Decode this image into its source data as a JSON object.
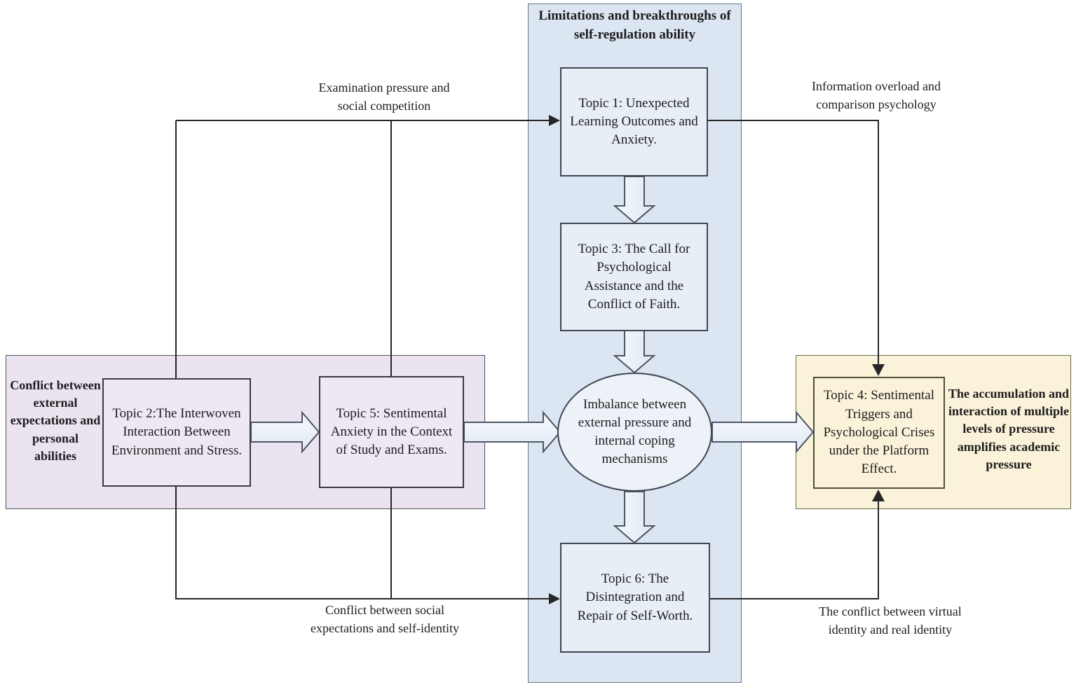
{
  "colors": {
    "center_panel_bg": "#dce6f2",
    "left_panel_bg": "#ece3f1",
    "right_panel_bg": "#faf3da",
    "node_blue_bg": "#e8eef6",
    "node_border": "#3f4654",
    "connector_line": "#262626",
    "block_arrow_fill": "#edf1f8",
    "block_arrow_stroke": "#4d5663"
  },
  "center_panel": {
    "title": "Limitations and breakthroughs of self-regulation ability",
    "nodes": {
      "topic1": "Topic 1: Unexpected Learning Outcomes and Anxiety.",
      "topic3": "Topic 3: The Call for Psychological Assistance and the Conflict of Faith.",
      "imbalance": "Imbalance between external pressure and internal coping mechanisms",
      "topic6": "Topic 6: The Disintegration and Repair of Self-Worth."
    }
  },
  "left_panel": {
    "caption": "Conflict between external expectations and personal abilities",
    "nodes": {
      "topic2": "Topic 2:The Interwoven Interaction Between Environment and Stress.",
      "topic5": "Topic 5: Sentimental Anxiety in the Context of Study and Exams."
    }
  },
  "right_panel": {
    "caption": "The accumulation and interaction of multiple levels of pressure amplifies academic pressure",
    "nodes": {
      "topic4": "Topic 4: Sentimental Triggers and Psychological Crises under the Platform Effect."
    }
  },
  "edge_labels": {
    "top_left": "Examination pressure and social competition",
    "top_right": "Information overload and comparison psychology",
    "bottom_left": "Conflict between social expectations and self-identity",
    "bottom_right": "The conflict between virtual identity and real identity"
  }
}
